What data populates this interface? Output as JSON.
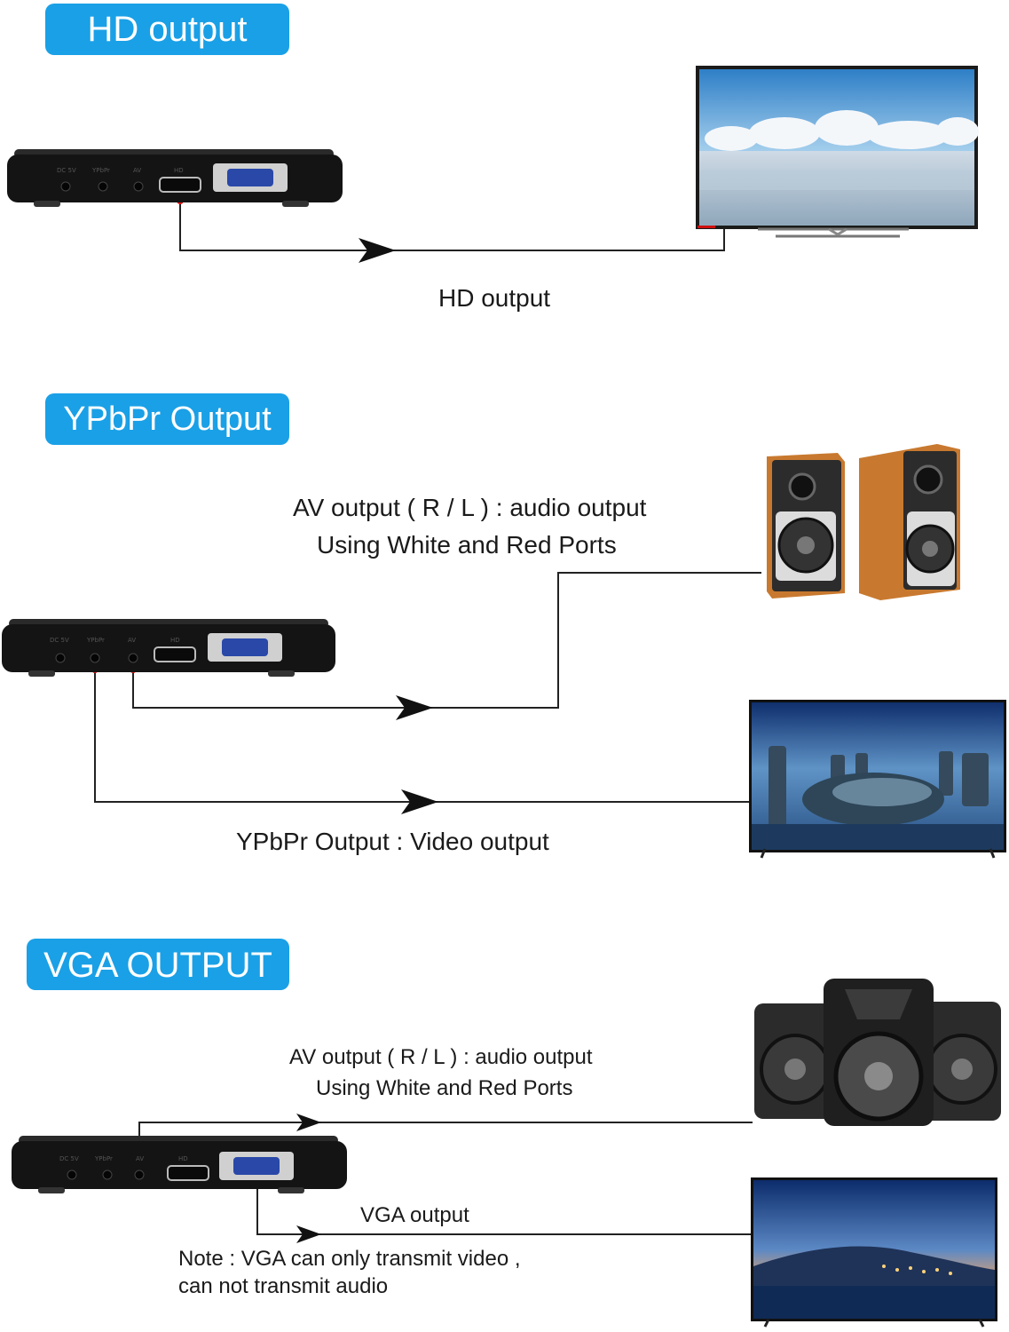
{
  "sections": {
    "hd": {
      "title": "HD output",
      "caption": "HD output"
    },
    "ypbpr": {
      "title": "YPbPr Output",
      "audio_line1": "AV output ( R / L ) : audio output",
      "audio_line2": "Using White and Red Ports",
      "video_caption": "YPbPr Output : Video output"
    },
    "vga": {
      "title": "VGA OUTPUT",
      "audio_line1": "AV output ( R / L ) : audio output",
      "audio_line2": "Using White and Red Ports",
      "vga_caption": "VGA output",
      "note_line1": "Note : VGA can only transmit video ,",
      "note_line2": "can not transmit audio"
    }
  },
  "device_ports": [
    "DC 5V",
    "YPbPr",
    "AV",
    "HD"
  ],
  "colors": {
    "badge": "#1aa0e6",
    "wire": "#222222",
    "port_dot": "#e01010",
    "device_body": "#141414"
  }
}
